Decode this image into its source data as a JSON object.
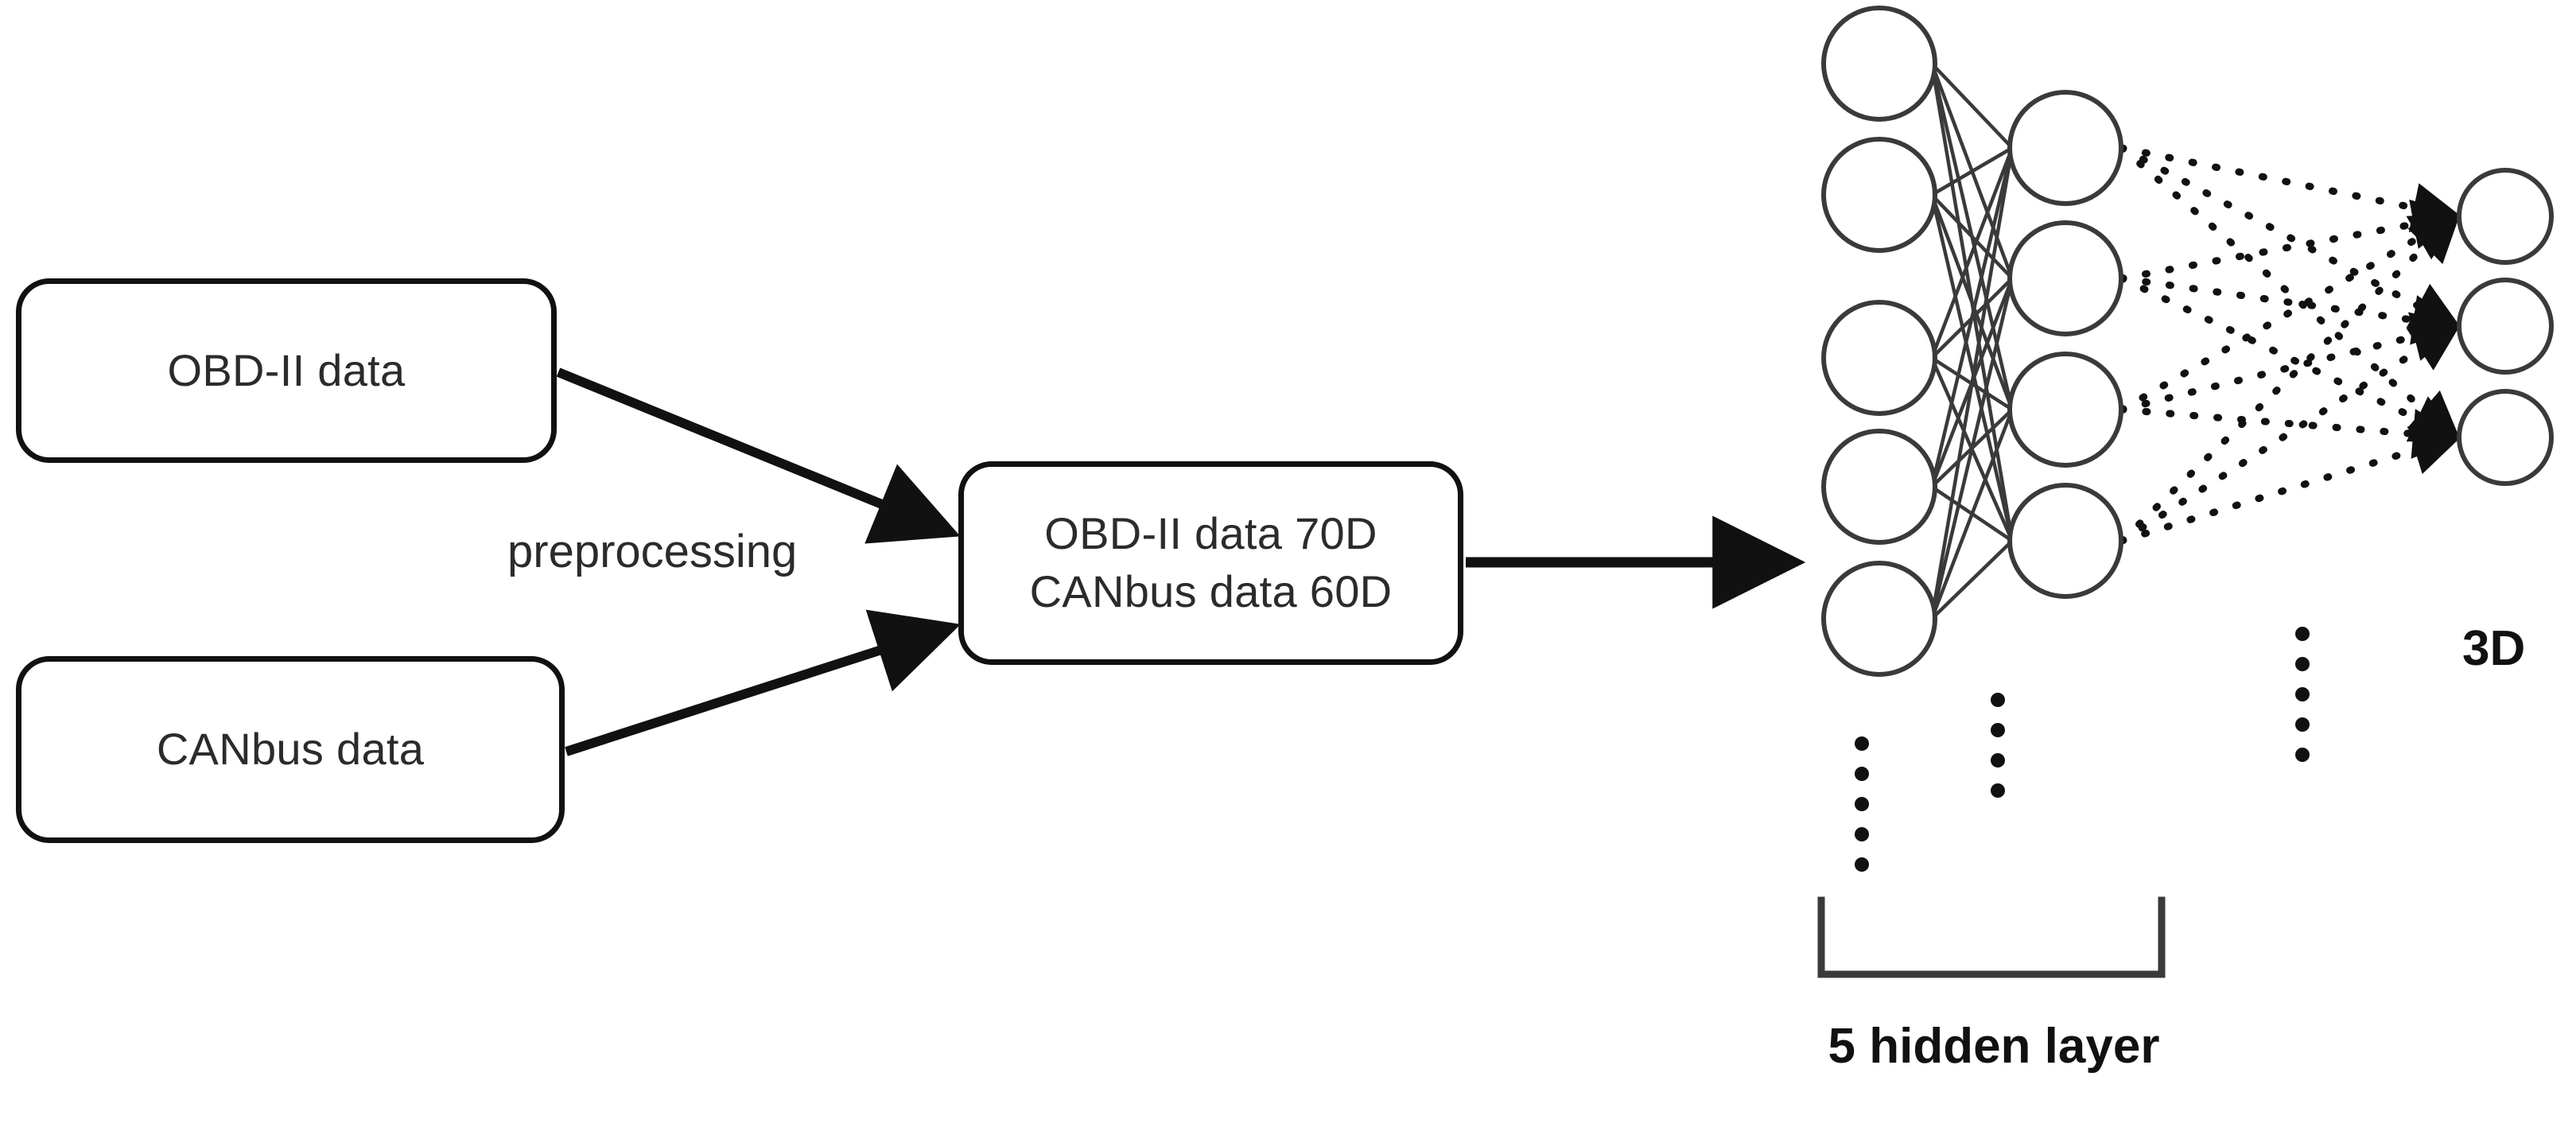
{
  "diagram": {
    "title_text_present": false,
    "boxes": {
      "source_obd": {
        "label": "OBD-II data"
      },
      "source_can": {
        "label": "CANbus data"
      },
      "combined": {
        "line1": "OBD-II data 70D",
        "line2": "CANbus data 60D"
      }
    },
    "edge_labels": {
      "preprocessing": "preprocessing"
    },
    "network": {
      "output_label": "3D",
      "bracket_label": "5 hidden layer",
      "input_layer_nodes": 5,
      "hidden_layer_nodes": 4,
      "output_layer_nodes": 3,
      "ellipsis_glyph": "vertical-dots"
    },
    "colors": {
      "stroke": "#111111",
      "node_stroke": "#3a3a3a",
      "text": "#2b2b2b",
      "background": "#ffffff"
    }
  }
}
